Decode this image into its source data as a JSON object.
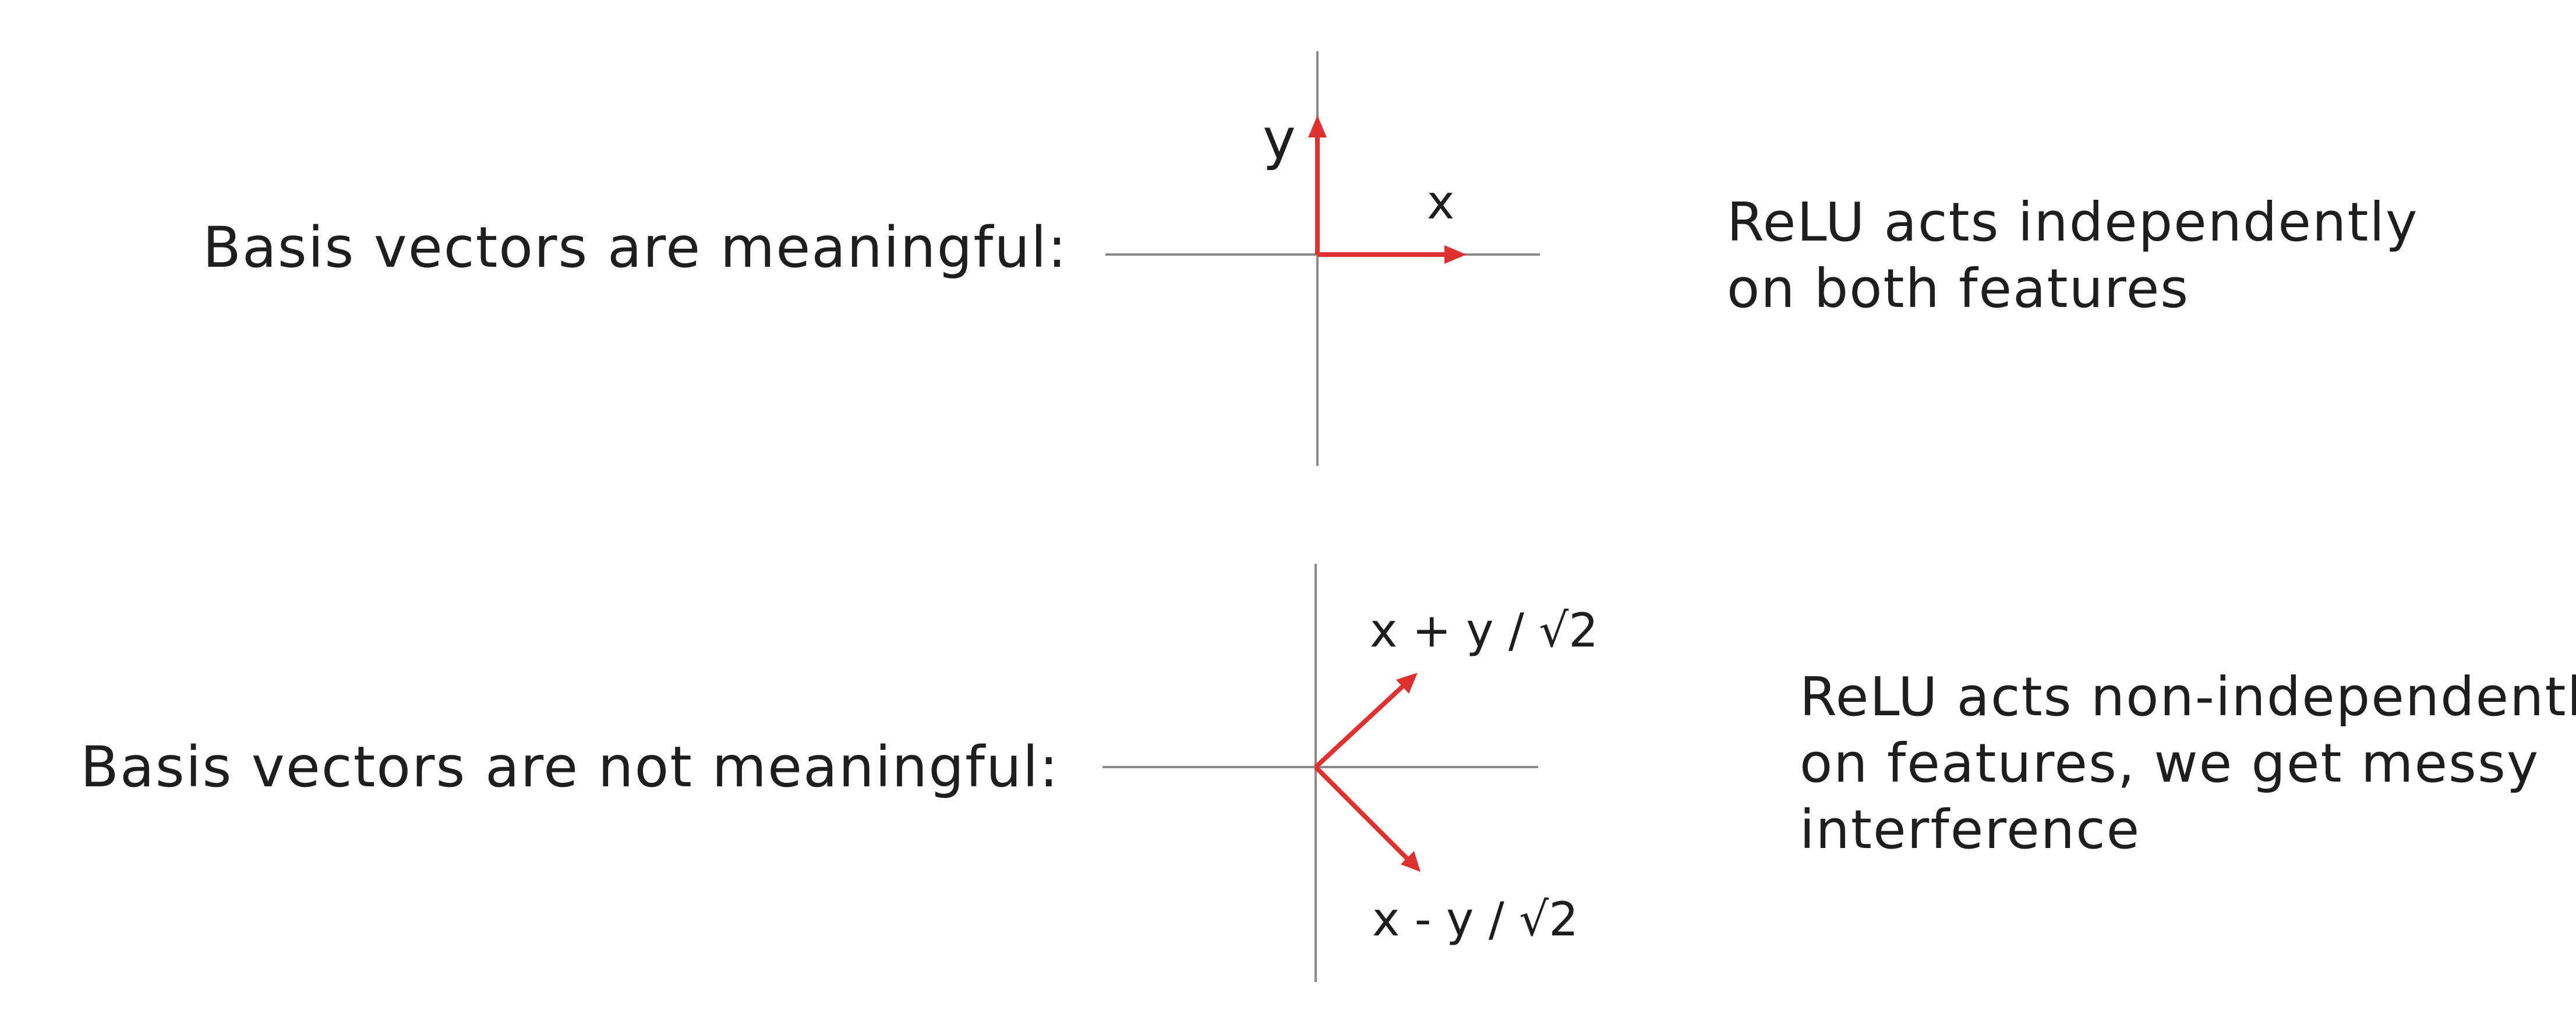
{
  "colors": {
    "axis": "#8a8a8a",
    "vector": "#e03131",
    "text": "#1e1e1e"
  },
  "rows": [
    {
      "label": "Basis vectors are meaningful:",
      "vectors": [
        {
          "label": "y"
        },
        {
          "label": "x"
        }
      ],
      "note_lines": [
        "ReLU acts independently",
        "on both features"
      ]
    },
    {
      "label": "Basis vectors are not meaningful:",
      "vectors": [
        {
          "label": "x + y / √2"
        },
        {
          "label": "x - y / √2"
        }
      ],
      "note_lines": [
        "ReLU acts non-independently",
        "on features, we get messy",
        "interference"
      ]
    }
  ]
}
